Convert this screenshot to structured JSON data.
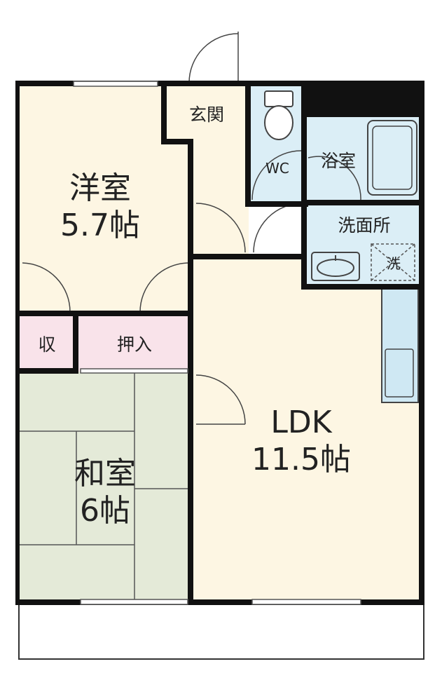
{
  "rooms": {
    "western": {
      "name": "洋室",
      "size": "5.7帖"
    },
    "japanese": {
      "name": "和室",
      "size": "6帖"
    },
    "ldk": {
      "name": "LDK",
      "size": "11.5帖"
    },
    "entrance": {
      "name": "玄関"
    },
    "wc": {
      "name": "WC"
    },
    "bath": {
      "name": "浴室"
    },
    "washroom": {
      "name": "洗面所"
    },
    "washer": {
      "name": "洗"
    },
    "closet_small": {
      "name": "収"
    },
    "closet": {
      "name": "押入"
    }
  },
  "colors": {
    "wall": "#111111",
    "floor": "#fdf6e3",
    "tatami": "#e4ead8",
    "storage": "#f9e3ea",
    "water": "#dbeef6"
  }
}
